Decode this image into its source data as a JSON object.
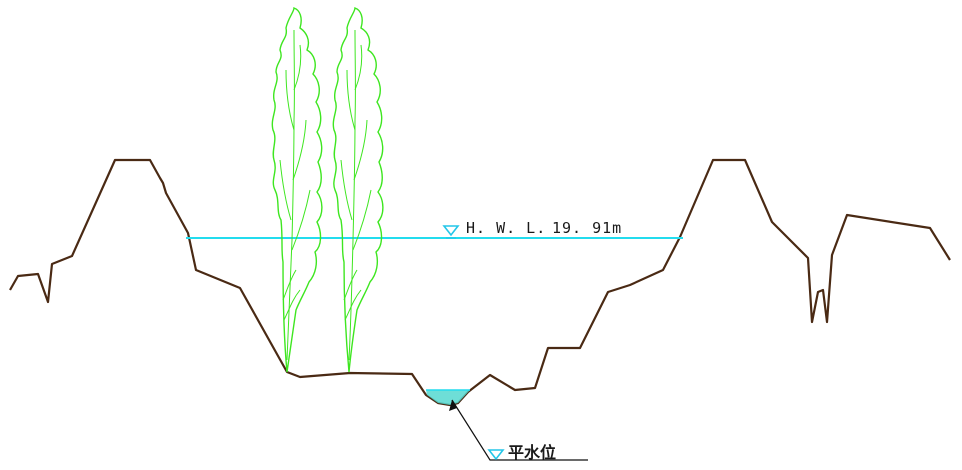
{
  "labels": {
    "hwl": "H. W. L.",
    "hwl_value": "19. 91m",
    "normal_water_level": "平水位"
  },
  "colors": {
    "ground": "#4a2a14",
    "tree": "#3ee620",
    "water_line": "#23dcee",
    "water_fill": "#55d8d0",
    "marker": "#23c6e8",
    "leader": "#111111"
  },
  "trees": {
    "count": 2
  }
}
